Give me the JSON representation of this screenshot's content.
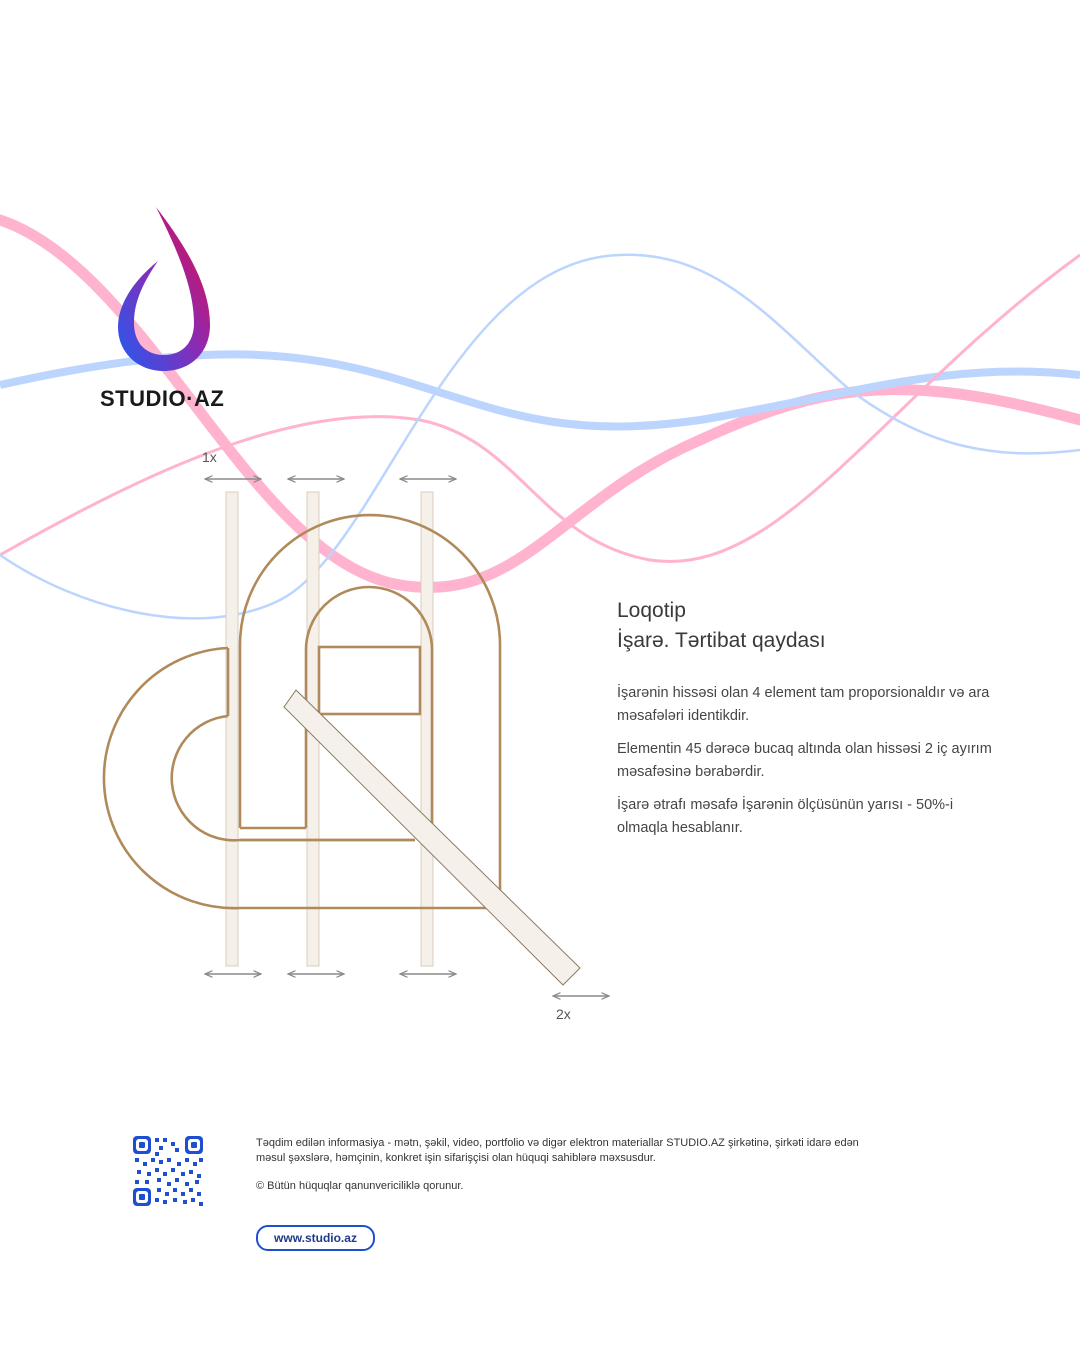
{
  "brand": {
    "name": "STUDIO·AZ",
    "logo_icon": "flame-drop-icon",
    "gradient_colors": [
      "#e8093e",
      "#8a2bb5",
      "#1f5cf2"
    ]
  },
  "section": {
    "title_line1": "Loqotip",
    "title_line2": "İşarə. Tərtibat qaydası"
  },
  "paragraphs": [
    "İşarənin hissəsi olan 4 element tam proporsionaldır və ara məsafələri identikdir.",
    "Elementin 45 dərəcə bucaq altında olan hissəsi 2 iç ayırım məsafəsinə bərabərdir.",
    "İşarə ətrafı məsafə İşarənin ölçüsünün yarısı - 50%-i olmaqla hesablanır."
  ],
  "diagram": {
    "label_1x": "1x",
    "label_2x": "2x",
    "outline_color": "#b08a5a",
    "guide_fill": "#f5f1ea"
  },
  "footer": {
    "disclaimer": "Təqdim edilən informasiya - mətn, şəkil, video, portfolio və digər elektron materiallar STUDIO.AZ şirkətinə, şirkəti idarə edən məsul şəxslərə, həmçinin, konkret işin sifarişçisi olan hüquqi sahiblərə məxsusdur.",
    "copyright": "© Bütün hüquqlar qanunvericiliklə qorunur.",
    "url": "www.studio.az",
    "qr_icon": "qr-code-icon",
    "accent_color": "#1e4fd1"
  },
  "waves": {
    "pink": "#ffb3cf",
    "blue": "#bcd5ff"
  }
}
